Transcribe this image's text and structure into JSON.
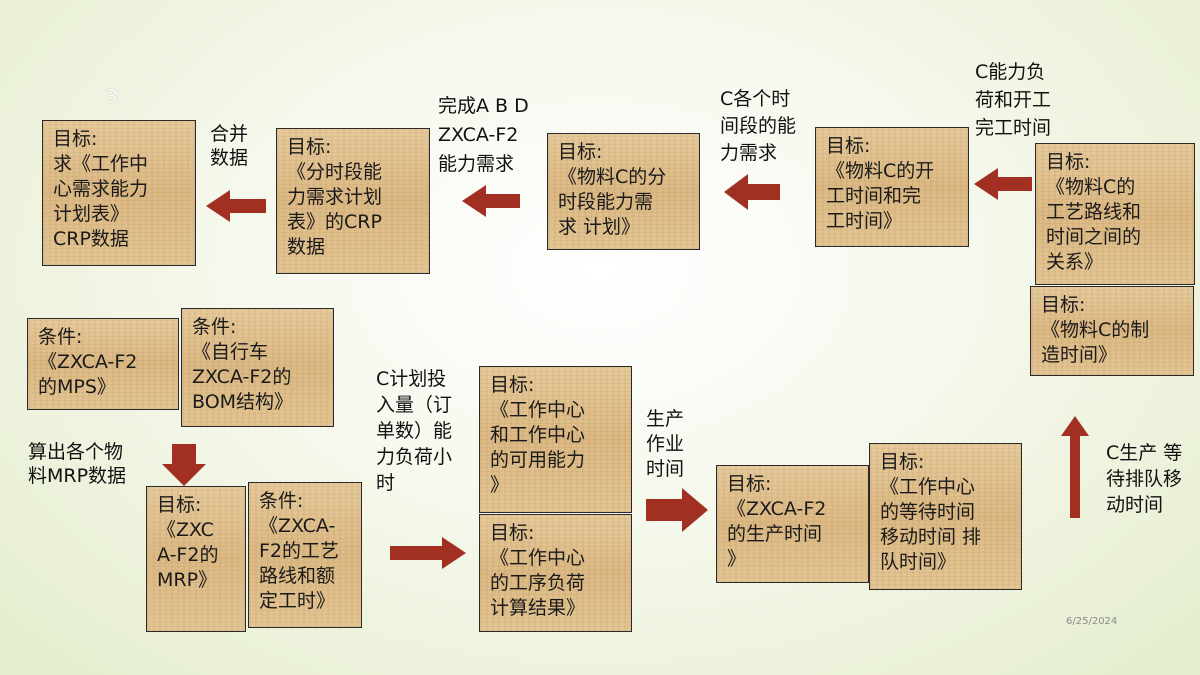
{
  "page_number": "3",
  "date": "6/25/2024",
  "colors": {
    "arrow": "#a23022",
    "box_fill": "#dfc08c",
    "box_border": "#2a2a2a"
  },
  "boxes": {
    "crp_table": "目标:\n求《工作中\n心需求能力\n计划表》\nCRP数据",
    "period_crp": "目标:\n《分时段能\n力需求计划\n表》的CRP\n数据",
    "c_period_capacity": "目标:\n《物料C的分\n时段能力需\n求  计划》",
    "c_start_finish": "目标:\n《物料C的开\n工时间和完\n工时间》",
    "c_routing_time": "目标:\n《物料C的\n工艺路线和\n时间之间的\n关系》",
    "c_manufacture_time": "目标:\n《物料C的制\n造时间》",
    "mps_cond": "条件:\n《ZXCA-F2\n的MPS》",
    "bom_cond": "条件:\n《自行车\nZXCA-F2的\nBOM结构》",
    "mrp_target": "目标:\n《ZXC\nA-F2的\nMRP》",
    "routing_cond": "条件:\n《ZXCA-\nF2的工艺\n路线和额\n定工时》",
    "wc_available": "目标:\n《工作中心\n和工作中心\n的可用能力\n》",
    "wc_load": "目标:\n《工作中心\n的工序负荷\n计算结果》",
    "production_time": "目标:\n《ZXCA-F2\n的生产时间\n》",
    "wait_move_time": "目标:\n《工作中心\n的等待时间\n移动时间  排\n队时间》"
  },
  "labels": {
    "merge_data": "合并\n数据",
    "complete_abd": "完成A B D\nZXCA-F2\n能力需求",
    "c_each_period": "C各个时\n间段的能\n力需求",
    "c_load_start": "C能力负\n荷和开工\n完工时间",
    "calc_mrp": "算出各个物\n料MRP数据",
    "c_planned_input": "C计划投\n入量（订\n单数）能\n力负荷小\n时",
    "production_work_time": "生产\n作业\n时间",
    "c_production_wait": "C生产  等\n待排队移\n动时间"
  }
}
